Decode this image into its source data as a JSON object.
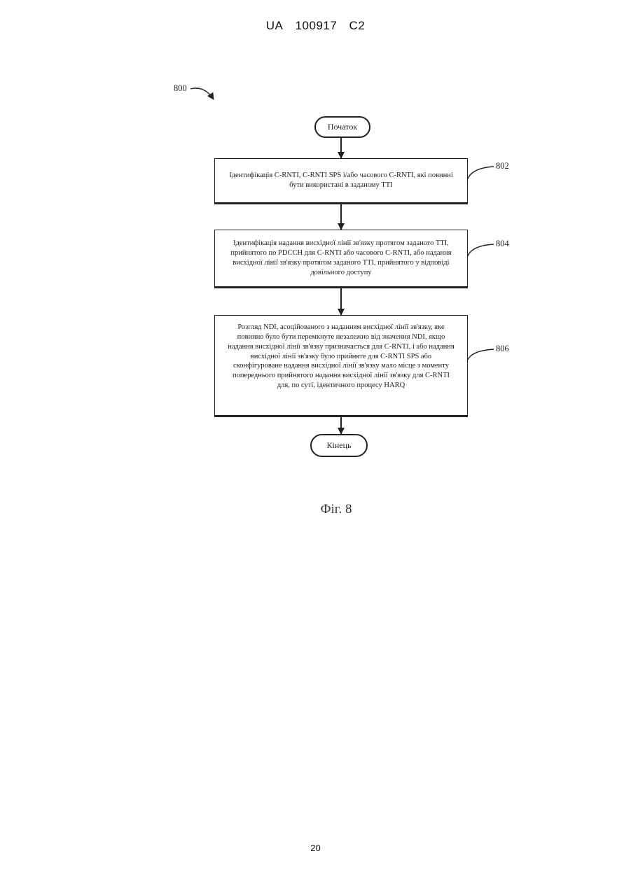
{
  "header": {
    "country": "UA",
    "number": "100917",
    "kind": "C2"
  },
  "diagram": {
    "figure_ref": "800",
    "start_label": "Початок",
    "end_label": "Кінець",
    "steps": [
      {
        "ref": "802",
        "text": "Ідентифікація C-RNTI, C-RNTI SPS і/або часового C-RNTI, які повинні бути використані в заданому TTI"
      },
      {
        "ref": "804",
        "text": "Ідентифікація надання висхідної лінії зв'язку протягом заданого TTI, прийнятого по PDCCH для C-RNTI або часового C-RNTI, або надання висхідної лінії зв'язку протягом заданого TTI, прийнятого у відповіді довільного доступу"
      },
      {
        "ref": "806",
        "text": "Розгляд NDI, асоційованого з наданням висхідної лінії зв'язку, яке повинно було бути перемкнуте незалежно від значення NDI, якщо надання висхідної лінії зв'язку призначається для C-RNTI, і або надання висхідної лінії зв'язку було прийняте для C-RNTI SPS або сконфігуроване надання висхідної лінії зв'язку мало місце з моменту попереднього прийнятого надання висхідної лінії зв'язку для C-RNTI для, по суті, ідентичного процесу HARQ"
      }
    ],
    "caption": "Фіг. 8"
  },
  "footer": {
    "page": "20"
  }
}
